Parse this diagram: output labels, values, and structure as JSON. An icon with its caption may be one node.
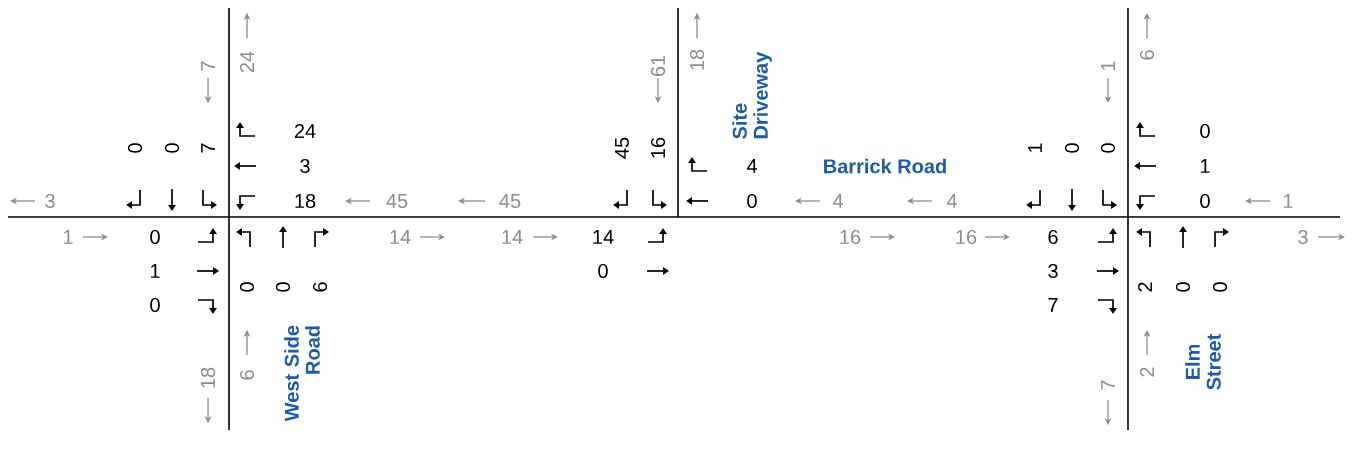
{
  "diagram": {
    "labels": [
      "7",
      "24",
      "61",
      "18",
      "1",
      "6",
      "Site Driveway",
      "0",
      "0",
      "7",
      "24",
      "45",
      "16",
      "1",
      "0",
      "0",
      "0",
      "3",
      "4",
      "Barrick Road",
      "1",
      "3",
      "18",
      "45",
      "45",
      "0",
      "4",
      "4",
      "0",
      "1",
      "1",
      "0",
      "14",
      "14",
      "14",
      "16",
      "16",
      "6",
      "3",
      "1",
      "0",
      "3",
      "0",
      "0",
      "6",
      "2",
      "0",
      "0",
      "0",
      "7",
      "18",
      "6",
      "West Side Road",
      "7",
      "2",
      "Elm Street"
    ]
  }
}
